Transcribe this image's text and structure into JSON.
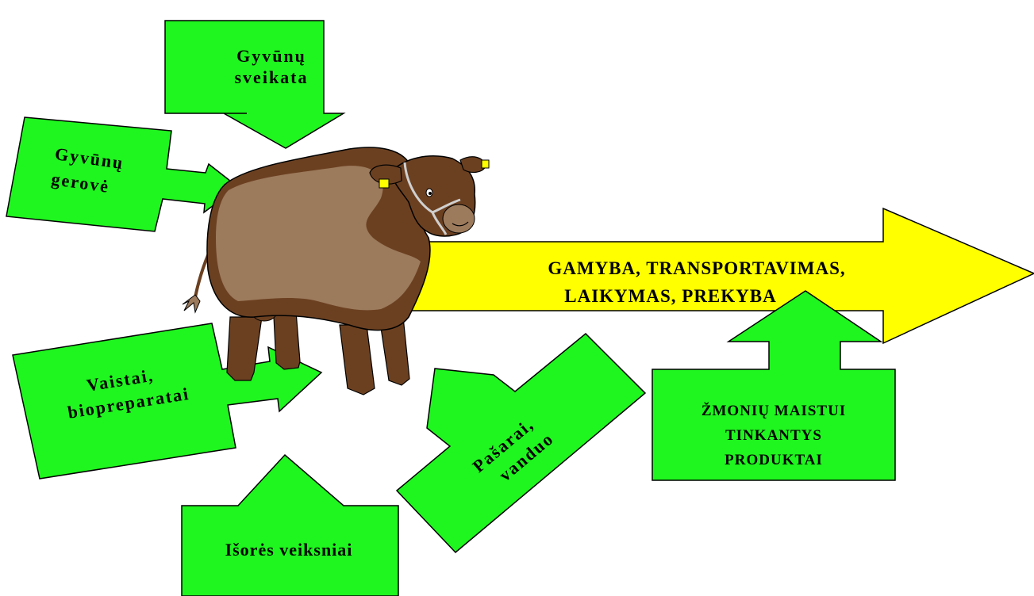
{
  "colors": {
    "box_fill": "#1ff51f",
    "main_arrow_fill": "#ffff00",
    "cow_body": "#9c7a5c",
    "cow_dark": "#6b4021",
    "ear_tag": "#ffff00",
    "outline": "#000000"
  },
  "labels": {
    "animal_health_line1": "Gyvūnų",
    "animal_health_line2": "sveikata",
    "animal_welfare_line1": "Gyvūnų",
    "animal_welfare_line2": "gerovė",
    "medicines_line1": "Vaistai,",
    "medicines_line2": "biopreparatai",
    "external_factors": "Išorės veiksniai",
    "feed_line1": "Pašarai,",
    "feed_line2": "vanduo",
    "main_line1": "GAMYBA, TRANSPORTAVIMAS,",
    "main_line2": "LAIKYMAS, PREKYBA",
    "products_line1": "ŽMONIŲ MAISTUI",
    "products_line2": "TINKANTYS",
    "products_line3": "PRODUKTAI"
  },
  "icons": {
    "cow": "cow-illustration"
  }
}
